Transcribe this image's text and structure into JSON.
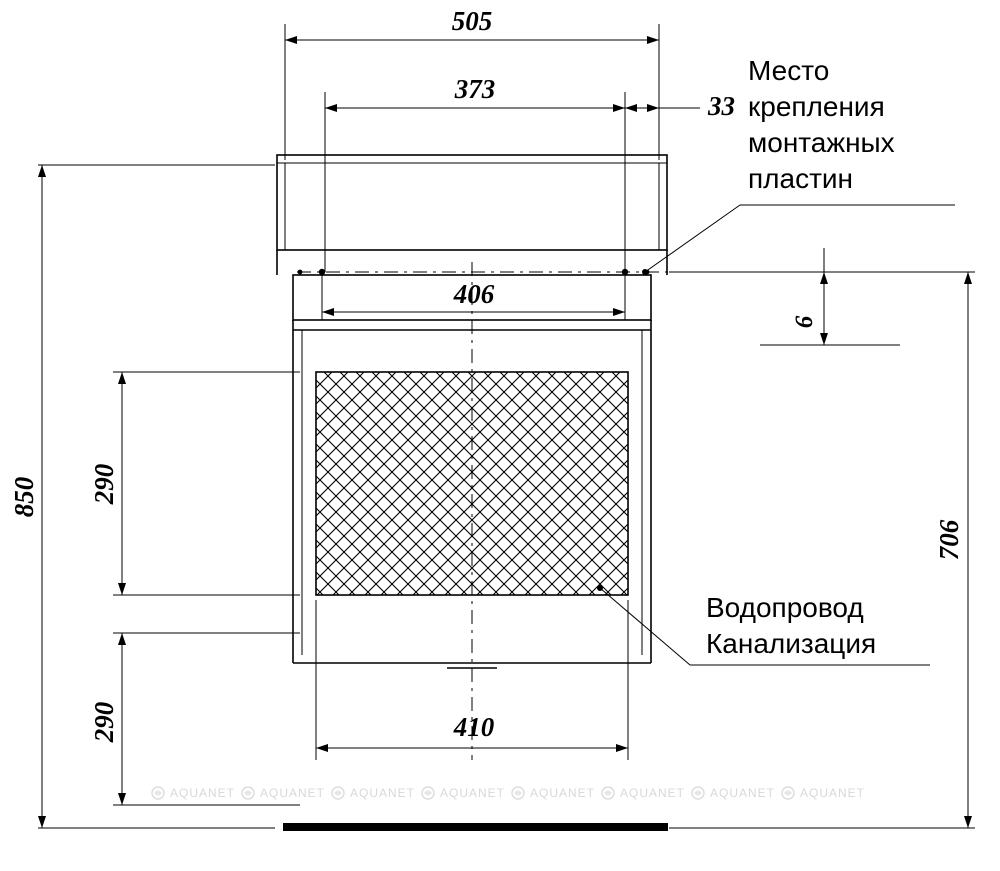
{
  "drawing": {
    "title": "Technical dimension drawing of washbasin cabinet",
    "units": "mm",
    "dimensions": {
      "top_width": "505",
      "inner_width": "373",
      "right_offset": "33",
      "mount_width": "406",
      "bottom_width": "410",
      "total_height": "850",
      "upper_segment": "290",
      "lower_segment": "290",
      "right_height": "706",
      "small_offset": "6"
    },
    "annotations": {
      "mount_note_line1": "Место",
      "mount_note_line2": "крепления",
      "mount_note_line3": "монтажных",
      "mount_note_line4": "пластин",
      "plumbing_line1": "Водопровод",
      "plumbing_line2": "Канализация"
    },
    "watermark": {
      "label": "AQUANET",
      "count": 8
    }
  }
}
